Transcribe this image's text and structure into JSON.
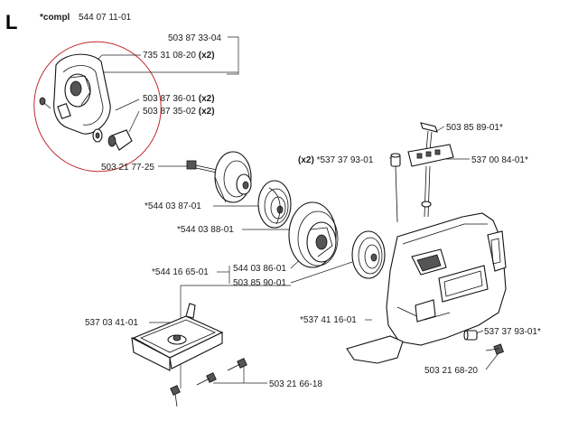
{
  "section": {
    "letter": "L",
    "assembly_prefix": "*compl",
    "assembly_number": "544 07 11-01"
  },
  "highlight_color": "#c0282d",
  "labels": {
    "p1": {
      "text": "503 87 33-04",
      "qty": ""
    },
    "p2": {
      "text": "735 31 08-20",
      "qty": "(x2)"
    },
    "p3": {
      "text": "503 87 36-01",
      "qty": "(x2)"
    },
    "p4": {
      "text": "503 87 35-02",
      "qty": "(x2)"
    },
    "p5": {
      "text": "503 21 77-25",
      "qty": ""
    },
    "p6": {
      "text": "*544 03 87-01",
      "qty": ""
    },
    "p7": {
      "text": "*544 03 88-01",
      "qty": ""
    },
    "p8": {
      "text": "*544 16 65-01",
      "qty": ""
    },
    "p9": {
      "text": "544 03 86-01",
      "qty": ""
    },
    "p10": {
      "text": "503 85 90-01",
      "qty": ""
    },
    "p11": {
      "text": "*537 37 93-01",
      "qty": "(x2)"
    },
    "p12": {
      "text": "503 85 89-01*",
      "qty": ""
    },
    "p13": {
      "text": "537 00 84-01*",
      "qty": ""
    },
    "p14": {
      "text": "*537 41 16-01",
      "qty": ""
    },
    "p15": {
      "text": "537 37 93-01*",
      "qty": ""
    },
    "p16": {
      "text": "503 21 68-20",
      "qty": ""
    },
    "p17": {
      "text": "537 03 41-01",
      "qty": ""
    },
    "p18": {
      "text": "503 21 66-18",
      "qty": ""
    }
  }
}
